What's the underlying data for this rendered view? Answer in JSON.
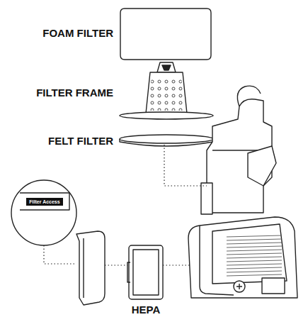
{
  "diagram": {
    "labels": [
      "FOAM FILTER",
      "FILTER FRAME",
      "FELT FILTER",
      "Filter Access",
      "HEPA"
    ]
  }
}
